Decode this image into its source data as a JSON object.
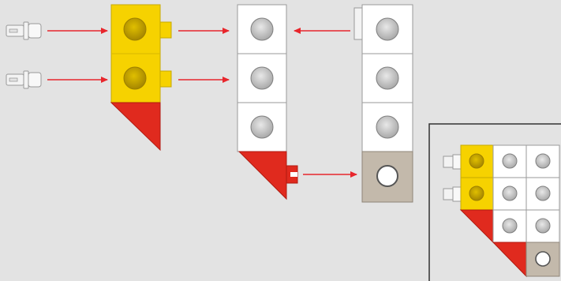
{
  "colors": {
    "background": "#e3e3e3",
    "brick_white": "#ffffff",
    "brick_yellow": "#f6d200",
    "stud_yellow": "#c9a800",
    "slope_red": "#e02a1e",
    "brick_tan": "#c3b9ab",
    "stud_gray": "#c8c8c8",
    "arrow_red": "#e8262c",
    "outline": "#8a8a8a",
    "inset_border": "#333333"
  },
  "diagram": {
    "step_type": "assembly-instruction",
    "parts": [
      {
        "id": "pin-1",
        "kind": "peg-connector",
        "color": "white",
        "count": 1
      },
      {
        "id": "pin-2",
        "kind": "peg-connector",
        "color": "white",
        "count": 1
      },
      {
        "id": "yellow-assembly",
        "kind": "brick-1x2-with-side-pegs-and-red-slope",
        "colors": [
          "yellow",
          "red"
        ]
      },
      {
        "id": "white-column",
        "kind": "brick-column-3-with-red-slope",
        "colors": [
          "white",
          "red"
        ]
      },
      {
        "id": "right-column",
        "kind": "brick-column-3-white-plus-tan",
        "colors": [
          "white",
          "tan"
        ]
      }
    ],
    "icons": [
      "arrow-icon",
      "peg-icon",
      "stud-icon"
    ],
    "inset": {
      "label": "",
      "shows": "completed-assembly"
    }
  }
}
